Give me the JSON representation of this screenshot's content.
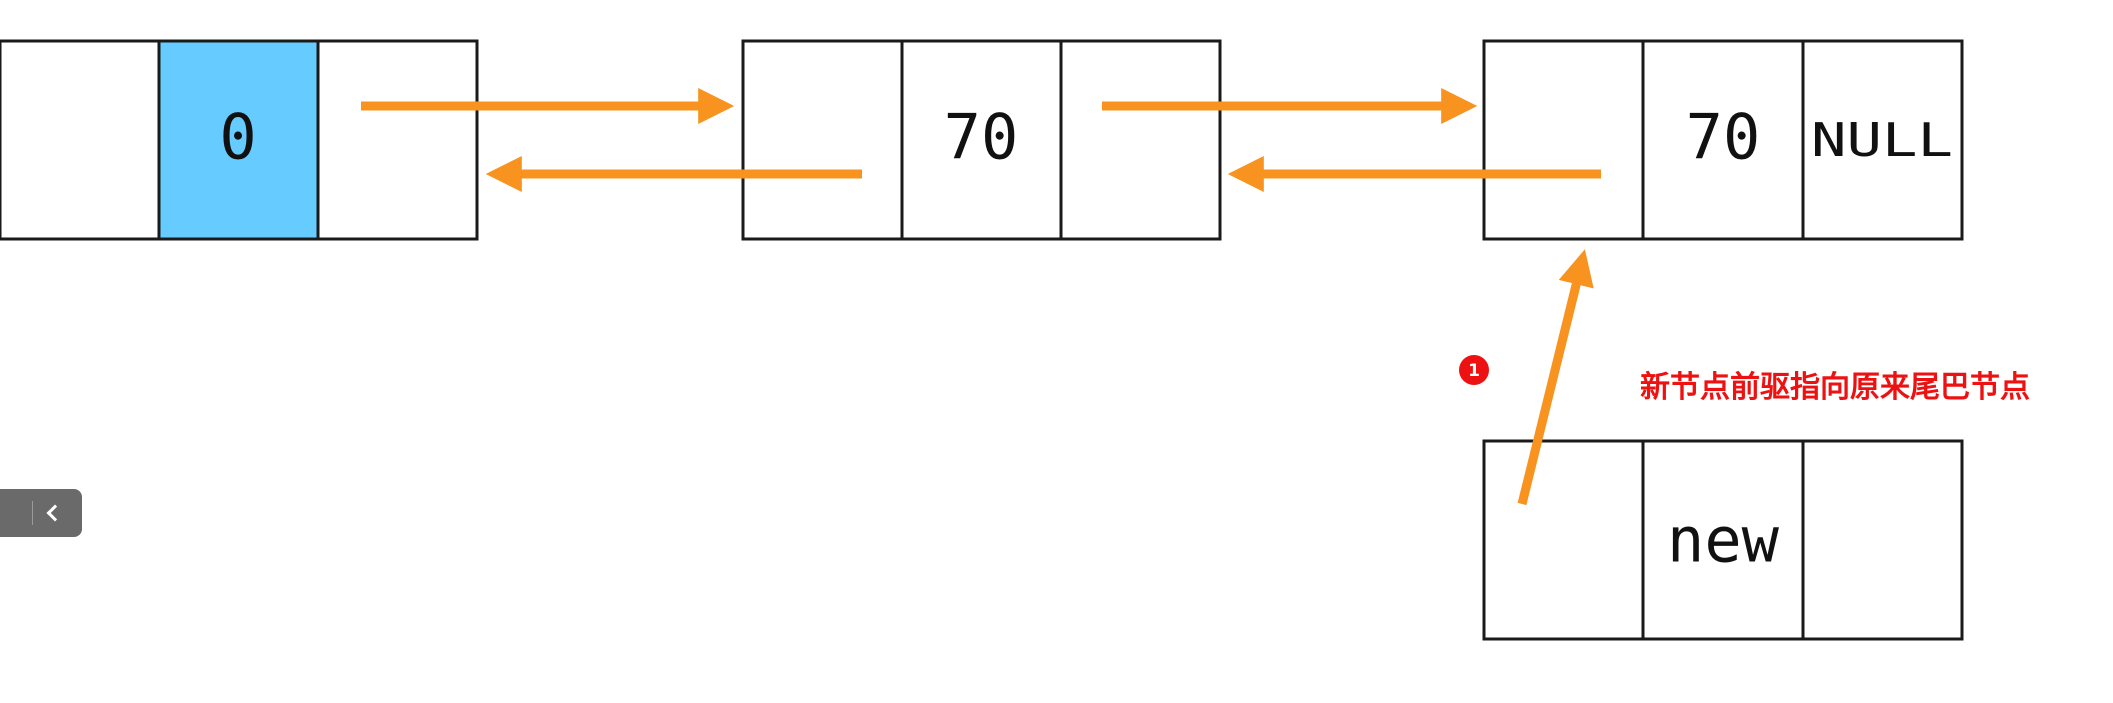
{
  "diagram": {
    "nodes": [
      {
        "id": "node-head",
        "cells": [
          "",
          "0",
          ""
        ],
        "highlight_index": 1
      },
      {
        "id": "node-middle",
        "cells": [
          "",
          "70",
          ""
        ]
      },
      {
        "id": "node-tail",
        "cells": [
          "",
          "70",
          "NULL"
        ]
      },
      {
        "id": "node-new",
        "cells": [
          "",
          "new",
          ""
        ]
      }
    ],
    "step_badge": "1",
    "annotation": "新节点前驱指向原来尾巴节点",
    "colors": {
      "arrow": "#f7931e",
      "highlight": "#66ccff",
      "annotation": "#ee1111",
      "badge": "#ee1111",
      "border": "#1a1a1a"
    }
  },
  "panel_toggle": {
    "icon": "chevron-left-icon"
  }
}
